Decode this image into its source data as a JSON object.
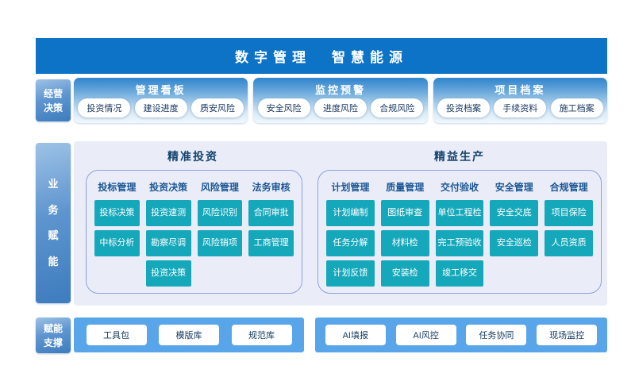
{
  "banner": {
    "title_left": "数字管理",
    "title_right": "智慧能源"
  },
  "decision": {
    "tag_lines": [
      "经营",
      "决策"
    ],
    "sections": [
      {
        "title": "管理看板",
        "items": [
          "投资情况",
          "建设进度",
          "质安风险"
        ]
      },
      {
        "title": "监控预警",
        "items": [
          "安全风险",
          "进度风险",
          "合规风险"
        ]
      },
      {
        "title": "项目档案",
        "items": [
          "投资档案",
          "手续资料",
          "施工档案"
        ]
      }
    ]
  },
  "business": {
    "tag_lines": [
      "业",
      "务",
      "赋",
      "能"
    ],
    "panels": [
      {
        "title": "精准投资",
        "columns": [
          {
            "header": "投标管理",
            "items": [
              "投标决策",
              "中标分析"
            ]
          },
          {
            "header": "投资决策",
            "items": [
              "投资速测",
              "勘察尽调",
              "投资决策"
            ]
          },
          {
            "header": "风险管理",
            "items": [
              "风险识别",
              "风险销项"
            ]
          },
          {
            "header": "法务审核",
            "items": [
              "合同审批",
              "工商管理"
            ]
          }
        ]
      },
      {
        "title": "精益生产",
        "columns": [
          {
            "header": "计划管理",
            "items": [
              "计划编制",
              "任务分解",
              "计划反馈"
            ]
          },
          {
            "header": "质量管理",
            "items": [
              "图纸审查",
              "材料检",
              "安装检"
            ]
          },
          {
            "header": "交付验收",
            "items": [
              "单位工程检",
              "完工预验收",
              "竣工移交"
            ]
          },
          {
            "header": "安全管理",
            "items": [
              "安全交底",
              "安全巡检"
            ]
          },
          {
            "header": "合规管理",
            "items": [
              "项目保险",
              "人员资质"
            ]
          }
        ]
      }
    ]
  },
  "support": {
    "tag_lines": [
      "赋能",
      "支撑"
    ],
    "groups": [
      {
        "items": [
          "工具包",
          "模版库",
          "规范库"
        ]
      },
      {
        "items": [
          "AI填报",
          "AI风控",
          "任务协同",
          "现场监控"
        ]
      }
    ]
  },
  "colors": {
    "banner_blue": "#0d73c6",
    "tag_blue": "#4d88c6",
    "card_blue": "#2f85cc",
    "module_teal": "#15a8bb",
    "bar_blue": "#58a6e9",
    "panel_bg": "#eaedf8",
    "box_border": "#8da0e3",
    "heading_navy": "#1c5795"
  }
}
